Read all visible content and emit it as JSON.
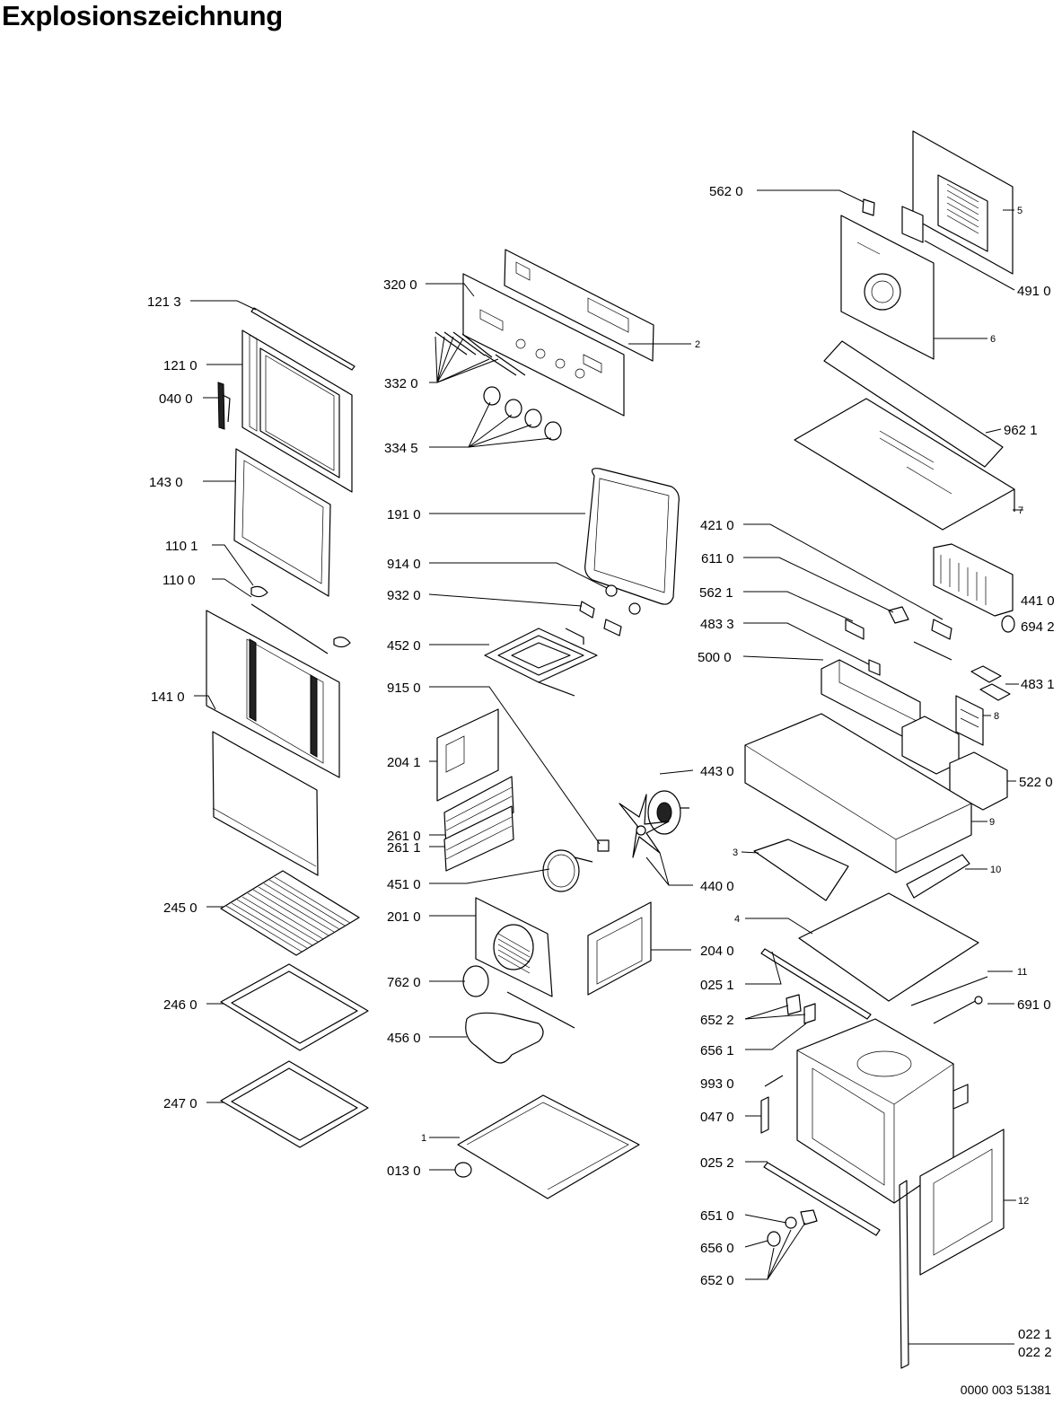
{
  "title": "Explosionszeichnung",
  "document_number": "0000 003 51381",
  "labels": {
    "l_5620": "562 0",
    "l_5": "5",
    "l_4910": "491 0",
    "l_6": "6",
    "l_3200": "320 0",
    "l_2": "2",
    "l_1213": "121 3",
    "l_1210": "121 0",
    "l_0400": "040 0",
    "l_3320": "332 0",
    "l_3345": "334 5",
    "l_9621": "962 1",
    "l_1430": "143 0",
    "l_1910": "191 0",
    "l_7": "7",
    "l_4210": "421 0",
    "l_1101": "110 1",
    "l_1100": "110 0",
    "l_9140": "914 0",
    "l_6110": "611 0",
    "l_9320": "932 0",
    "l_5621": "562 1",
    "l_4410": "441 0",
    "l_6942": "694 2",
    "l_4520": "452 0",
    "l_4833": "483 3",
    "l_5000": "500 0",
    "l_4831": "483 1",
    "l_1410": "141 0",
    "l_9150": "915 0",
    "l_8": "8",
    "l_2041": "204 1",
    "l_4430": "443 0",
    "l_5220": "522 0",
    "l_2610": "261 0",
    "l_2611": "261 1",
    "l_9": "9",
    "l_3": "3",
    "l_4510": "451 0",
    "l_4400": "440 0",
    "l_10": "10",
    "l_2450": "245 0",
    "l_2010": "201 0",
    "l_4": "4",
    "l_2040": "204 0",
    "l_0251": "025 1",
    "l_11": "11",
    "l_7620": "762 0",
    "l_2460": "246 0",
    "l_6522": "652 2",
    "l_6910": "691 0",
    "l_4560": "456 0",
    "l_6561": "656 1",
    "l_9930": "993 0",
    "l_2470": "247 0",
    "l_0470": "047 0",
    "l_1": "1",
    "l_0252": "025 2",
    "l_0130": "013 0",
    "l_12": "12",
    "l_6510": "651 0",
    "l_6560": "656 0",
    "l_6520": "652 0",
    "l_0221": "022 1",
    "l_0222": "022 2"
  }
}
